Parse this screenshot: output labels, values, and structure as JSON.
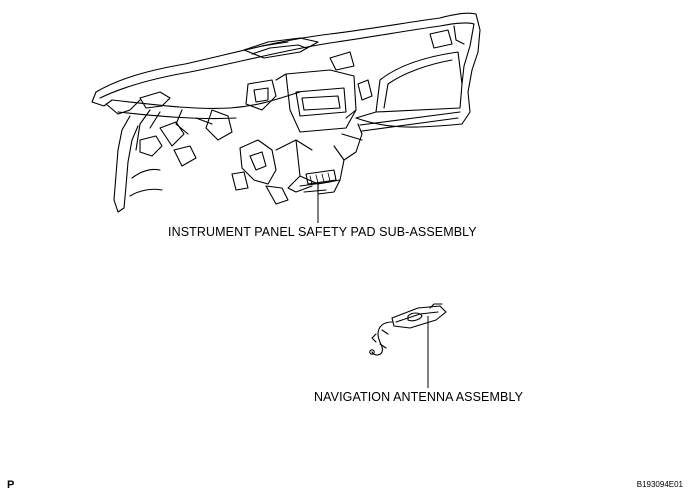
{
  "labels": {
    "instrument_panel": "INSTRUMENT PANEL SAFETY PAD SUB-ASSEMBLY",
    "navigation_antenna": "NAVIGATION ANTENNA ASSEMBLY"
  },
  "corner_mark": "P",
  "figure_code": "B193094E01"
}
